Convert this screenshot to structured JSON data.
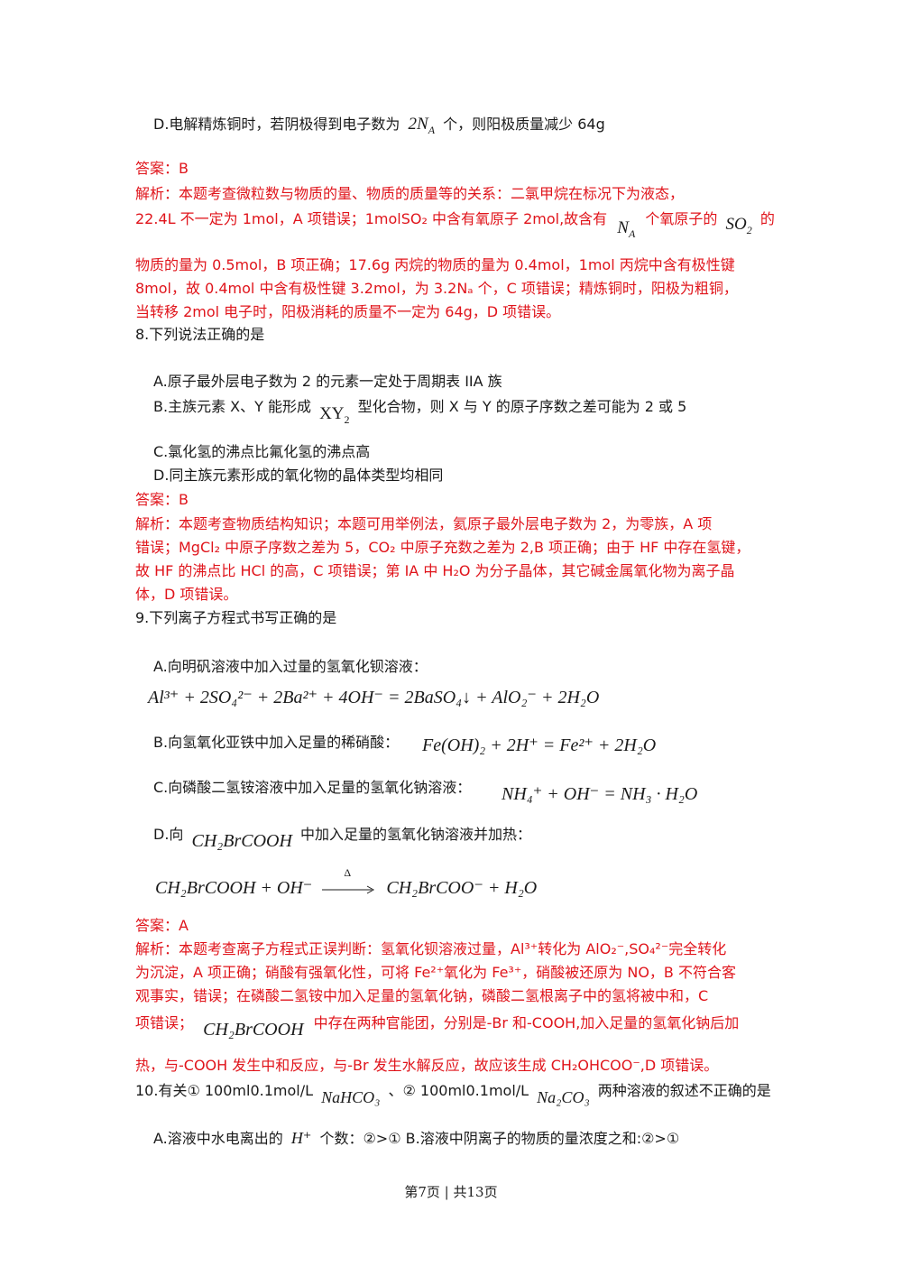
{
  "q7d": {
    "text_a": "D.电解精炼铜时，若阴极得到电子数为",
    "math": "2N_A",
    "text_b": "个，则阳极质量减少 64g"
  },
  "q7_answer": "答案：B",
  "q7_expl": {
    "l1": "解析：本题考查微粒数与物质的量、物质的质量等的关系：二氯甲烷在标况下为液态，",
    "l2a": "22.4L 不一定为 1mol，A 项错误；1molSO₂ 中含有氧原子 2mol,故含有",
    "l2m": "N_A",
    "l2b": "个氧原子的",
    "l2m2": "SO_2",
    "l2c": "的",
    "l3": "物质的量为 0.5mol，B 项正确；17.6g 丙烷的物质的量为 0.4mol，1mol 丙烷中含有极性键",
    "l4": "8mol，故 0.4mol 中含有极性键 3.2mol，为 3.2Nₐ 个，C 项错误；精炼铜时，阳极为粗铜，",
    "l5": "当转移 2mol 电子时，阳极消耗的质量不一定为 64g，D 项错误。"
  },
  "q8": {
    "stem": "8.下列说法正确的是",
    "a": "A.原子最外层电子数为 2 的元素一定处于周期表 IIA 族",
    "b_a": "B.主族元素 X、Y 能形成",
    "b_m": "XY_2",
    "b_b": "型化合物，则 X 与 Y 的原子序数之差可能为 2 或 5",
    "c": "C.氯化氢的沸点比氟化氢的沸点高",
    "d": "D.同主族元素形成的氧化物的晶体类型均相同",
    "answer": "答案：B",
    "e1": "解析：本题考查物质结构知识；本题可用举例法，氦原子最外层电子数为 2，为零族，A 项",
    "e2": "错误；MgCl₂ 中原子序数之差为 5，CO₂ 中原子充数之差为 2,B 项正确；由于 HF 中存在氢键，",
    "e3": "故 HF 的沸点比 HCl 的高，C 项错误；第 IA 中 H₂O 为分子晶体，其它碱金属氧化物为离子晶",
    "e4": "体，D 项错误。"
  },
  "q9": {
    "stem": "9.下列离子方程式书写正确的是",
    "a": "A.向明矾溶液中加入过量的氢氧化钡溶液：",
    "a_eq": "Al³⁺ + 2SO₄²⁻ + 2Ba²⁺ + 4OH⁻ = 2BaSO₄↓ + AlO₂⁻ + 2H₂O",
    "b": "B.向氢氧化亚铁中加入足量的稀硝酸：",
    "b_eq": "Fe(OH)₂ + 2H⁺ = Fe²⁺ + 2H₂O",
    "c": "C.向磷酸二氢铵溶液中加入足量的氢氧化钠溶液：",
    "c_eq": "NH₄⁺ + OH⁻ = NH₃ · H₂O",
    "d_a": "D.向",
    "d_m": "CH₂BrCOOH",
    "d_b": "中加入足量的氢氧化钠溶液并加热：",
    "d_eq_left": "CH₂BrCOOH + OH⁻",
    "d_eq_cond": "Δ",
    "d_eq_right": "CH₂BrCOO⁻ + H₂O",
    "answer": "答案：A",
    "e1": "解析：本题考查离子方程式正误判断：氢氧化钡溶液过量，Al³⁺转化为 AlO₂⁻,SO₄²⁻完全转化",
    "e2": "为沉淀，A 项正确；硝酸有强氧化性，可将 Fe²⁺氧化为 Fe³⁺，硝酸被还原为 NO，B 不符合客",
    "e3": "观事实，错误；在磷酸二氢铵中加入足量的氢氧化钠，磷酸二氢根离子中的氢将被中和，C",
    "e4a": "项错误；",
    "e4m": "CH₂BrCOOH",
    "e4b": "中存在两种官能团，分别是-Br 和-COOH,加入足量的氢氧化钠后加",
    "e5": "热，与-COOH 发生中和反应，与-Br 发生水解反应，故应该生成 CH₂OHCOO⁻,D 项错误。"
  },
  "q10": {
    "stem_a": "10.有关① 100ml0.1mol/L",
    "stem_m1": "NaHCO₃",
    "stem_b": "、② 100ml0.1mol/L",
    "stem_m2": "Na₂CO₃",
    "stem_c": "两种溶液的叙述不正确的是",
    "a_a": "A.溶液中水电离出的",
    "a_m": "H⁺",
    "a_b": "个数：②>① B.溶液中阴离子的物质的量浓度之和:②>①"
  },
  "footer": "第7页 | 共13页"
}
